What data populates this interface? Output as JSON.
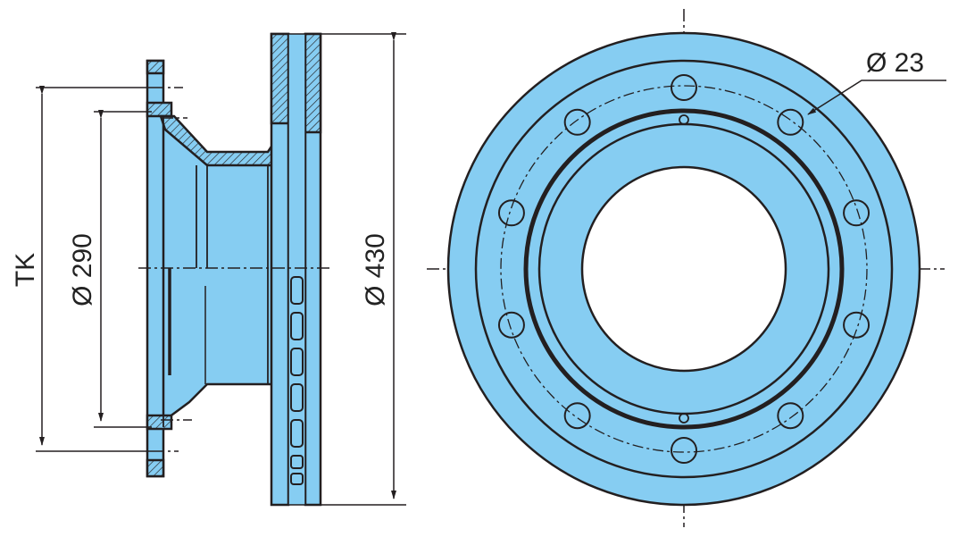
{
  "labels": {
    "tk": "TK",
    "dia_290": "Ø 290",
    "dia_430": "Ø 430",
    "dia_23": "Ø 23"
  },
  "colors": {
    "fill": "#86cdf2",
    "line": "#231f20",
    "background": "#ffffff"
  },
  "bolt_holes": 10
}
